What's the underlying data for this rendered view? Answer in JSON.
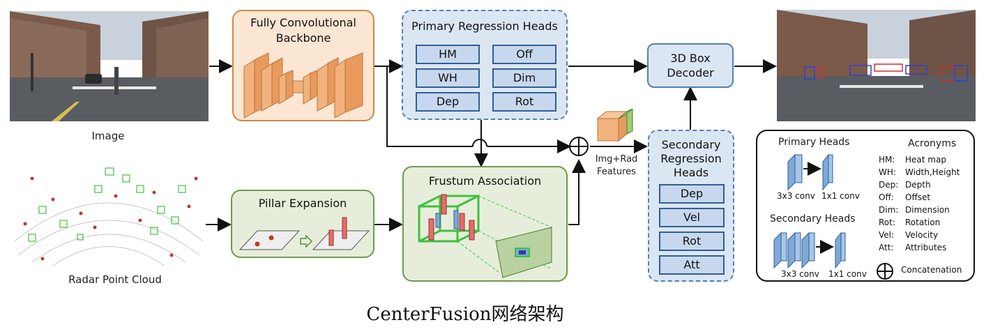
{
  "inputs": {
    "image_label": "Image",
    "radar_label": "Radar Point Cloud"
  },
  "backbone": {
    "title": "Fully Convolutional Backbone"
  },
  "primary_heads": {
    "title": "Primary Regression Heads",
    "items": [
      "HM",
      "Off",
      "WH",
      "Dim",
      "Dep",
      "Rot"
    ]
  },
  "decoder": {
    "title": "3D Box Decoder"
  },
  "pillar": {
    "title": "Pillar Expansion"
  },
  "frustum": {
    "title": "Frustum Association"
  },
  "features": {
    "label": "Img+Rad Features"
  },
  "secondary_heads": {
    "title": "Secondary Regression Heads",
    "items": [
      "Dep",
      "Vel",
      "Rot",
      "Att"
    ]
  },
  "legend": {
    "primary_title": "Primary Heads",
    "primary_conv_a": "3x3 conv",
    "primary_conv_b": "1x1 conv",
    "secondary_title": "Secondary Heads",
    "secondary_conv_a": "3x3 conv",
    "secondary_conv_b": "1x1 conv",
    "acronyms_title": "Acronyms",
    "acronyms": [
      {
        "key": "HM:",
        "value": "Heat map"
      },
      {
        "key": "WH:",
        "value": "Width,Height"
      },
      {
        "key": "Dep:",
        "value": "Depth"
      },
      {
        "key": "Off:",
        "value": "Offset"
      },
      {
        "key": "Dim:",
        "value": "Dimension"
      },
      {
        "key": "Rot:",
        "value": "Rotation"
      },
      {
        "key": "Vel:",
        "value": "Velocity"
      },
      {
        "key": "Att:",
        "value": "Attributes"
      }
    ],
    "concat_label": "Concatenation"
  },
  "caption": "CenterFusion网络架构",
  "colors": {
    "orange_fill": "#fbe5d3",
    "blue_fill": "#dbe6f3",
    "green_fill": "#e6eedb",
    "head_fill": "#c7d8ee"
  }
}
